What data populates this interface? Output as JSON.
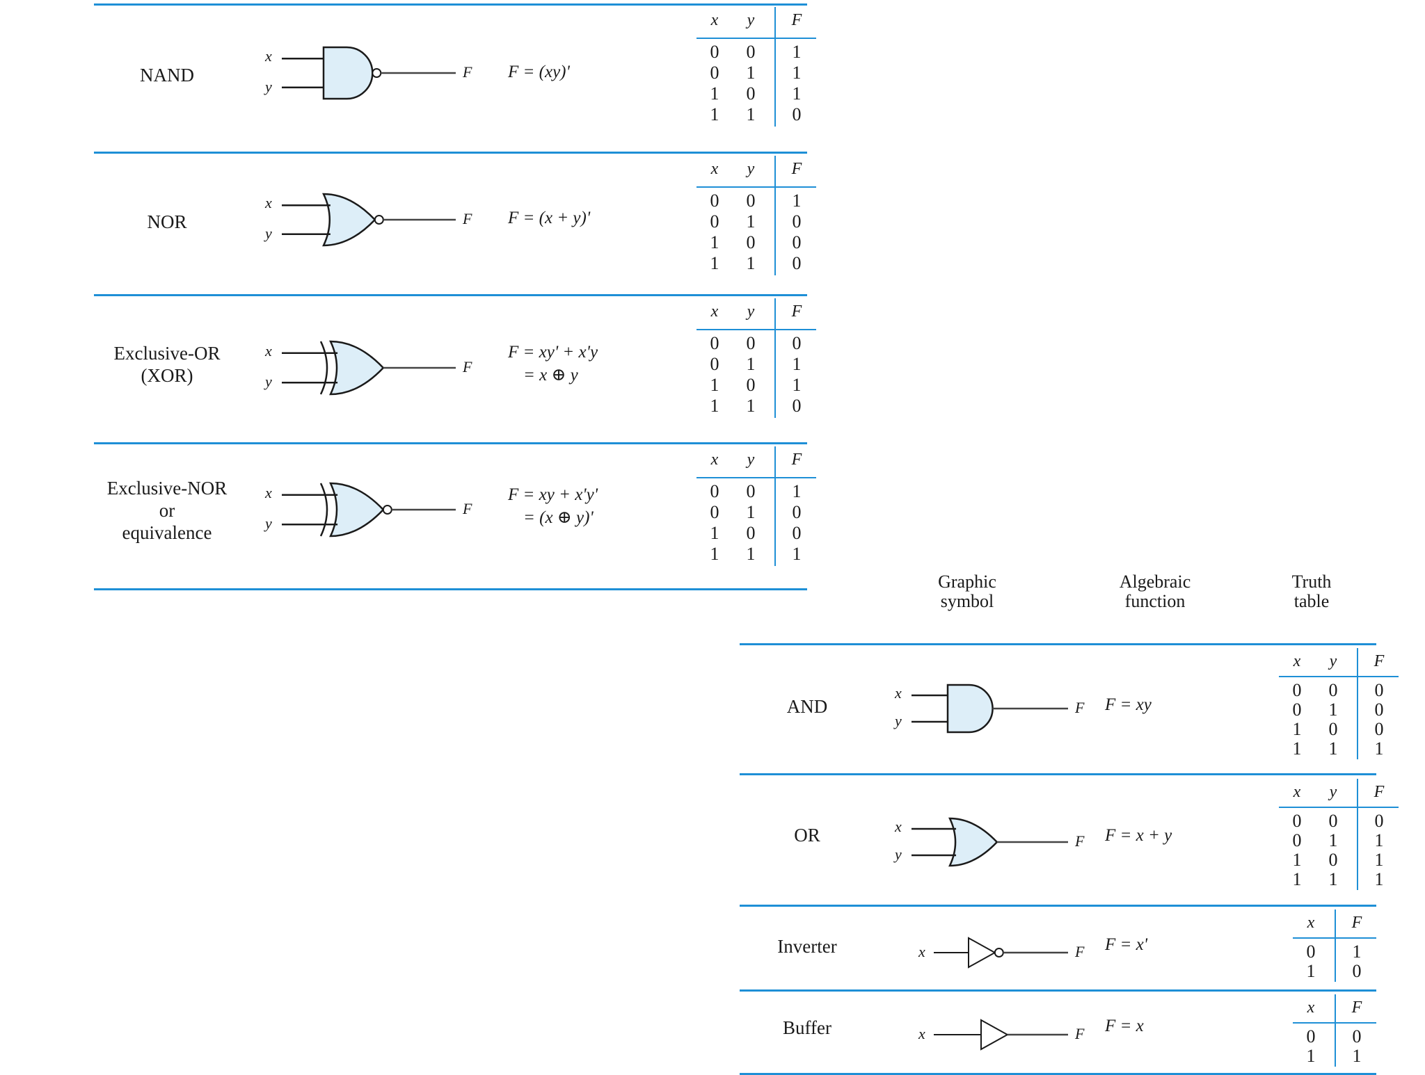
{
  "colors": {
    "rule": "#1e8fd6",
    "gate_fill": "#ddeef8",
    "gate_stroke": "#1a1a1a",
    "wire": "#444444"
  },
  "headers": {
    "graphic": "Graphic symbol",
    "algebraic": "Algebraic function",
    "truth": "Truth table"
  },
  "gates": [
    {
      "id": "nand",
      "name": "NAND",
      "type": "nand",
      "inputs": [
        "x",
        "y"
      ],
      "output": "F",
      "func_lines": [
        "F = (xy)'"
      ],
      "table": {
        "cols": [
          "x",
          "y",
          "F"
        ],
        "rows": [
          [
            "0",
            "0",
            "1"
          ],
          [
            "0",
            "1",
            "1"
          ],
          [
            "1",
            "0",
            "1"
          ],
          [
            "1",
            "1",
            "0"
          ]
        ]
      }
    },
    {
      "id": "nor",
      "name": "NOR",
      "type": "nor",
      "inputs": [
        "x",
        "y"
      ],
      "output": "F",
      "func_lines": [
        "F = (x + y)'"
      ],
      "table": {
        "cols": [
          "x",
          "y",
          "F"
        ],
        "rows": [
          [
            "0",
            "0",
            "1"
          ],
          [
            "0",
            "1",
            "0"
          ],
          [
            "1",
            "0",
            "0"
          ],
          [
            "1",
            "1",
            "0"
          ]
        ]
      }
    },
    {
      "id": "xor",
      "name_lines": [
        "Exclusive-OR",
        "(XOR)"
      ],
      "type": "xor",
      "inputs": [
        "x",
        "y"
      ],
      "output": "F",
      "func_lines": [
        "F = xy' + x'y",
        "= x ⊕ y"
      ],
      "table": {
        "cols": [
          "x",
          "y",
          "F"
        ],
        "rows": [
          [
            "0",
            "0",
            "0"
          ],
          [
            "0",
            "1",
            "1"
          ],
          [
            "1",
            "0",
            "1"
          ],
          [
            "1",
            "1",
            "0"
          ]
        ]
      }
    },
    {
      "id": "xnor",
      "name_lines": [
        "Exclusive-NOR",
        "or",
        "equivalence"
      ],
      "type": "xnor",
      "inputs": [
        "x",
        "y"
      ],
      "output": "F",
      "func_lines": [
        "F = xy + x'y'",
        "= (x ⊕ y)'"
      ],
      "table": {
        "cols": [
          "x",
          "y",
          "F"
        ],
        "rows": [
          [
            "0",
            "0",
            "1"
          ],
          [
            "0",
            "1",
            "0"
          ],
          [
            "1",
            "0",
            "0"
          ],
          [
            "1",
            "1",
            "1"
          ]
        ]
      }
    },
    {
      "id": "and",
      "name": "AND",
      "type": "and",
      "inputs": [
        "x",
        "y"
      ],
      "output": "F",
      "func_lines": [
        "F = xy"
      ],
      "table": {
        "cols": [
          "x",
          "y",
          "F"
        ],
        "rows": [
          [
            "0",
            "0",
            "0"
          ],
          [
            "0",
            "1",
            "0"
          ],
          [
            "1",
            "0",
            "0"
          ],
          [
            "1",
            "1",
            "1"
          ]
        ]
      }
    },
    {
      "id": "or",
      "name": "OR",
      "type": "or",
      "inputs": [
        "x",
        "y"
      ],
      "output": "F",
      "func_lines": [
        "F = x + y"
      ],
      "table": {
        "cols": [
          "x",
          "y",
          "F"
        ],
        "rows": [
          [
            "0",
            "0",
            "0"
          ],
          [
            "0",
            "1",
            "1"
          ],
          [
            "1",
            "0",
            "1"
          ],
          [
            "1",
            "1",
            "1"
          ]
        ]
      }
    },
    {
      "id": "inverter",
      "name": "Inverter",
      "type": "inverter",
      "inputs": [
        "x"
      ],
      "output": "F",
      "func_lines": [
        "F = x'"
      ],
      "table": {
        "cols": [
          "x",
          "F"
        ],
        "rows": [
          [
            "0",
            "1"
          ],
          [
            "1",
            "0"
          ]
        ]
      }
    },
    {
      "id": "buffer",
      "name": "Buffer",
      "type": "buffer",
      "inputs": [
        "x"
      ],
      "output": "F",
      "func_lines": [
        "F = x"
      ],
      "table": {
        "cols": [
          "x",
          "F"
        ],
        "rows": [
          [
            "0",
            "0"
          ],
          [
            "1",
            "1"
          ]
        ]
      }
    }
  ]
}
